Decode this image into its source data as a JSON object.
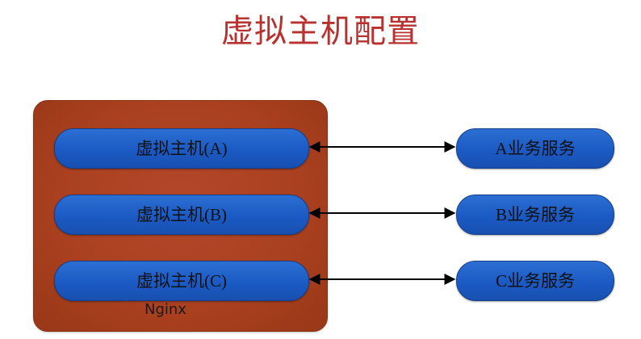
{
  "title": "虚拟主机配置",
  "colors": {
    "title": "#b8312f",
    "nginx_box": "#a9401f",
    "pill": "#1b5ac4",
    "arrow": "#000000"
  },
  "nginx": {
    "label": "Nginx"
  },
  "virtual_hosts": [
    {
      "label": "虚拟主机(A)"
    },
    {
      "label": "虚拟主机(B)"
    },
    {
      "label": "虚拟主机(C)"
    }
  ],
  "services": [
    {
      "label": "A业务服务"
    },
    {
      "label": "B业务服务"
    },
    {
      "label": "C业务服务"
    }
  ],
  "connections": [
    {
      "from": "虚拟主机(A)",
      "to": "A业务服务",
      "direction": "bidirectional"
    },
    {
      "from": "虚拟主机(B)",
      "to": "B业务服务",
      "direction": "bidirectional"
    },
    {
      "from": "虚拟主机(C)",
      "to": "C业务服务",
      "direction": "bidirectional"
    }
  ]
}
